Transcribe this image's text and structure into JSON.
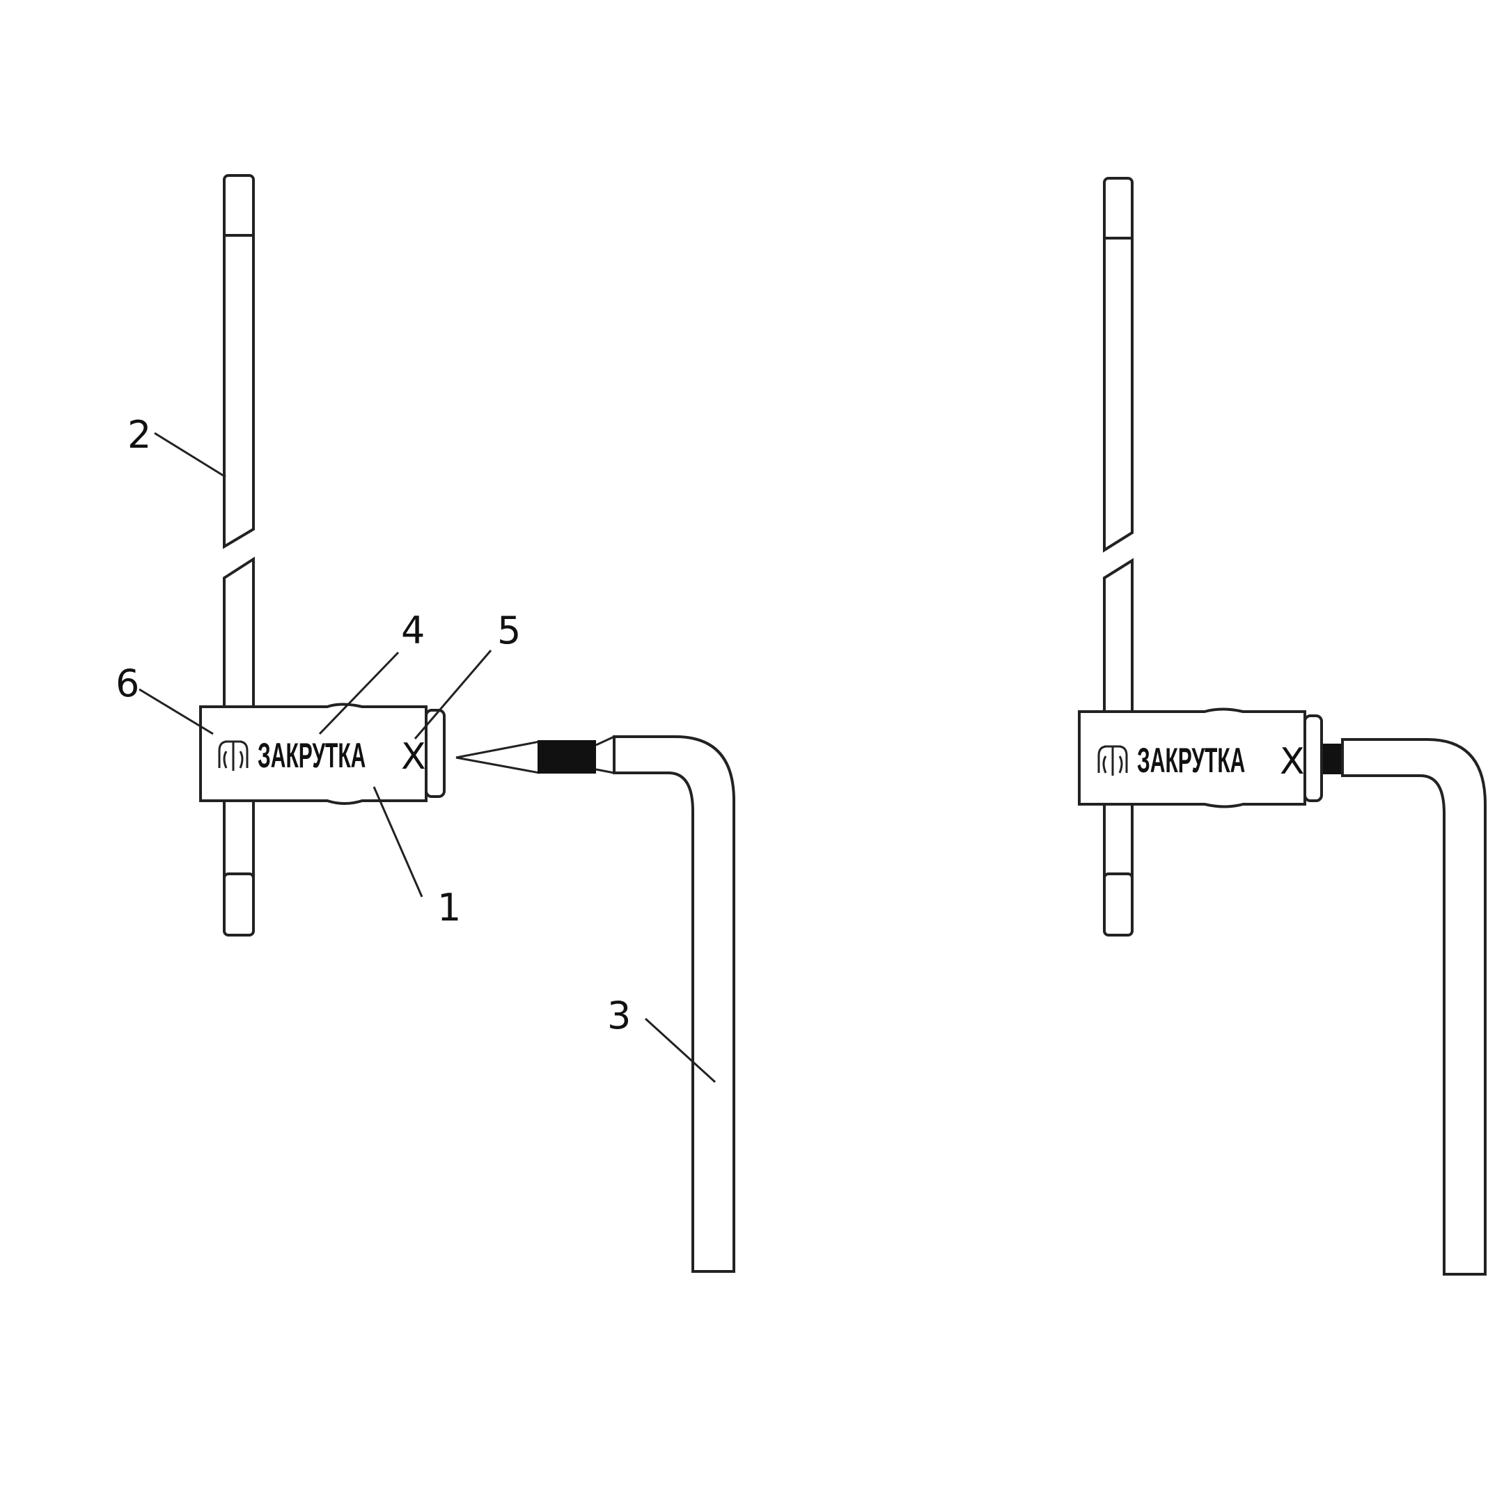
{
  "figure": {
    "brand_text": "ЗАКРУТКА",
    "mark_text": "X",
    "labels": {
      "body": "1",
      "cable": "2",
      "key": "3",
      "inscription": "4",
      "marking": "5",
      "logo": "6"
    },
    "colors": {
      "ink": "#222222",
      "background": "#ffffff"
    }
  }
}
